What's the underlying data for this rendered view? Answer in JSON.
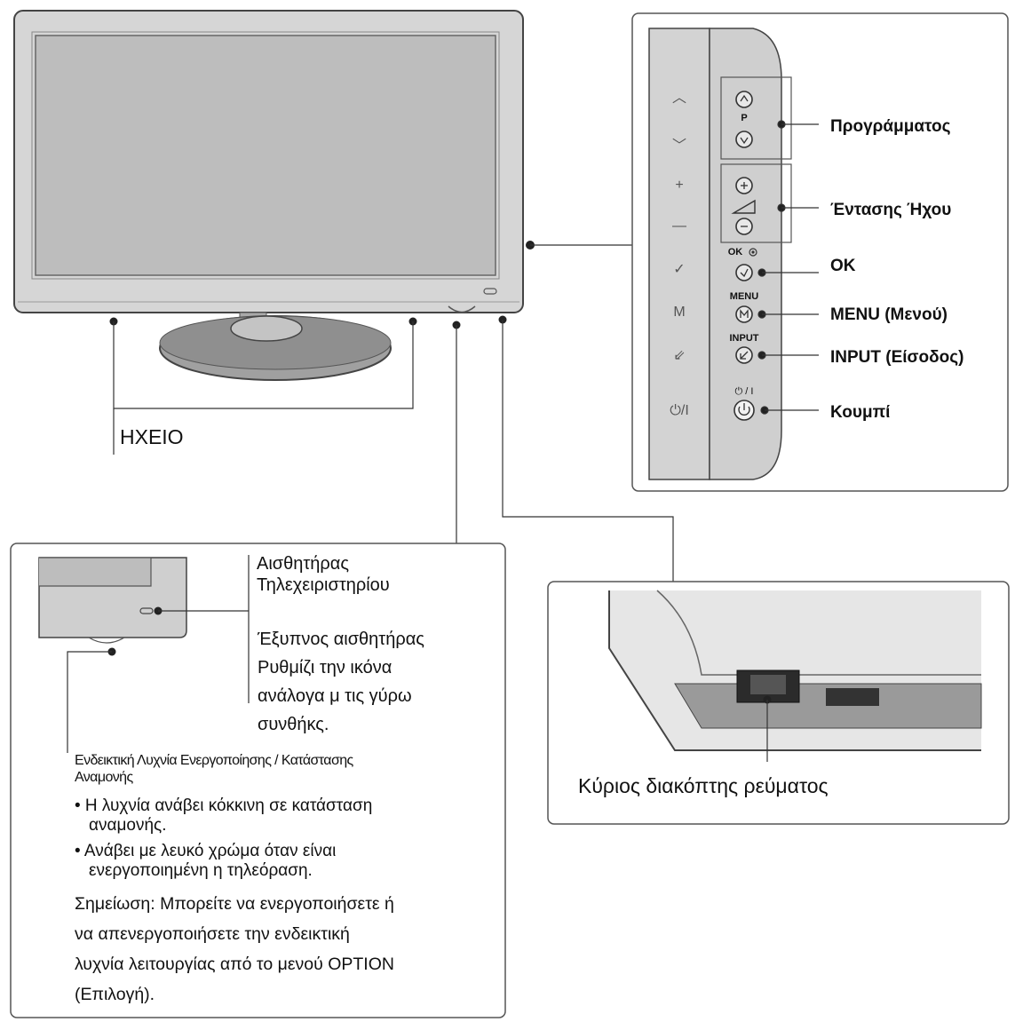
{
  "speaker_label": "ΗΧΕΙΟ",
  "panel_symbols": [
    "︿",
    "﹀",
    "+",
    "—",
    "✓",
    "M",
    "⇙",
    "⏻/I"
  ],
  "buttons": {
    "p_label": "P",
    "ok_label": "OK",
    "menu_label": "MENU",
    "input_label": "INPUT",
    "power_label": "⏻ / I"
  },
  "callouts": {
    "programme": "Προγράμματος",
    "volume": "Έντασης Ήχου",
    "ok": "OK",
    "menu": "MENU (Μενού)",
    "input": "INPUT (Είσοδος)",
    "power": "Κουμπί"
  },
  "sensor_box": {
    "remote_sensor_line1": "Αισθητήρας",
    "remote_sensor_line2": "Τηλεχειριστηρίου",
    "smart_line1": "Έξυπνος αισθητήρας",
    "smart_line2": "Ρυθμίζι την ικόνα",
    "smart_line3": "ανάλογα μ τις γύρω",
    "smart_line4": "συνθήκς.",
    "indicator_line1": "Ενδεικτική Λυχνία Ενεργοποίησης / Κατάστασης",
    "indicator_line2": "Αναμονής",
    "bullet1_line1": "• Η λυχνία ανάβει κόκκινη σε κατάσταση",
    "bullet1_line2": "αναμονής.",
    "bullet2_line1": "• Ανάβει με λευκό χρώμα όταν είναι",
    "bullet2_line2": "ενεργοποιημένη η τηλεόραση.",
    "note_line1": "Σημείωση: Μπορείτε να ενεργοποιήσετε ή",
    "note_line2": "να απενεργοποιήσετε την ενδεικτική",
    "note_line3": "λυχνία λειτουργίας από το μενού OPTION",
    "note_line4": "(Επιλογή)."
  },
  "switch_box": {
    "label": "Κύριος διακόπτης ρεύματος"
  }
}
